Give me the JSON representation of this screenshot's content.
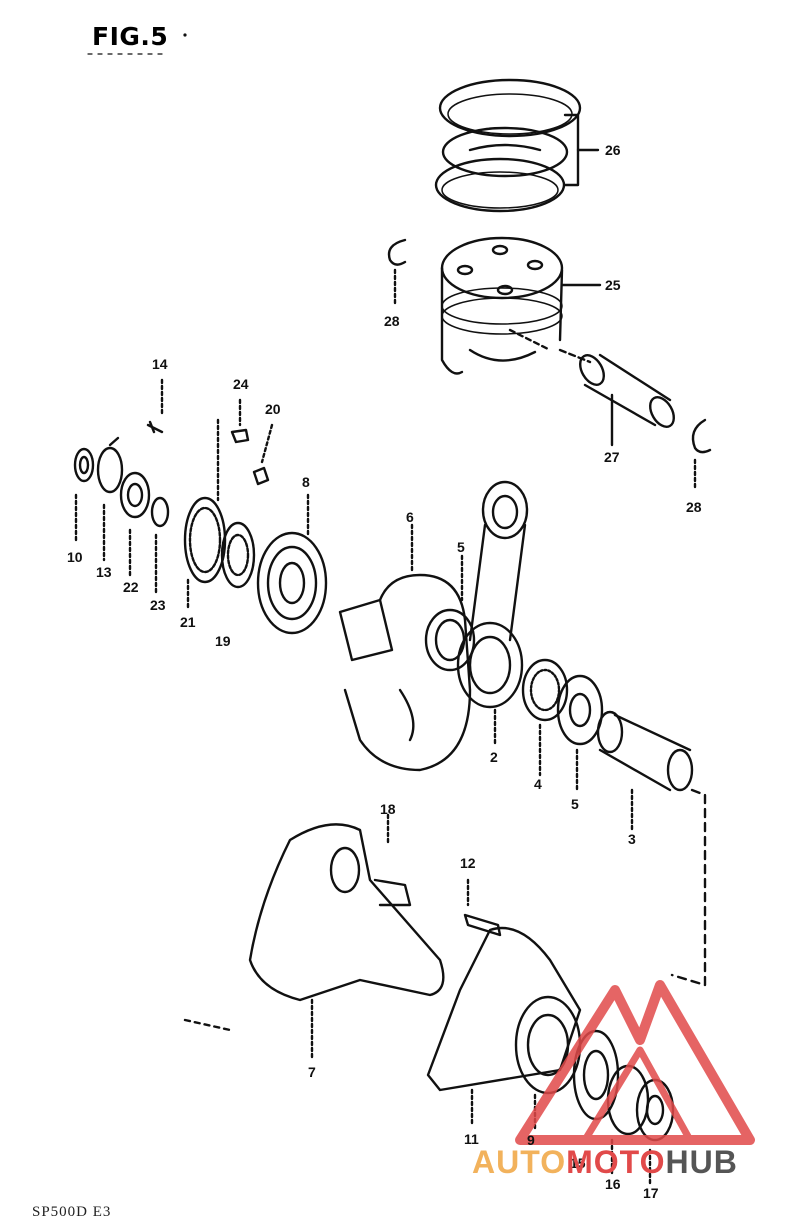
{
  "figure": {
    "title": "FIG.5",
    "model_code": "SP500D E3"
  },
  "callouts": {
    "c26": "26",
    "c25": "25",
    "c28a": "28",
    "c27": "27",
    "c28b": "28",
    "c14": "14",
    "c24": "24",
    "c20": "20",
    "c8": "8",
    "c6": "6",
    "c5a": "5",
    "c10": "10",
    "c13": "13",
    "c22": "22",
    "c23": "23",
    "c21": "21",
    "c19": "19",
    "c2": "2",
    "c4": "4",
    "c5b": "5",
    "c3": "3",
    "c18": "18",
    "c12": "12",
    "c7": "7",
    "c11": "11",
    "c9": "9",
    "c15": "15",
    "c16": "16",
    "c17": "17"
  },
  "watermark": {
    "part1": "AUTO",
    "part2": "MOTO",
    "part3": "HUB",
    "colors": {
      "auto": "#f2b25c",
      "moto": "#e14a4a",
      "hub": "#555555",
      "logo": "#e14a4a"
    }
  }
}
